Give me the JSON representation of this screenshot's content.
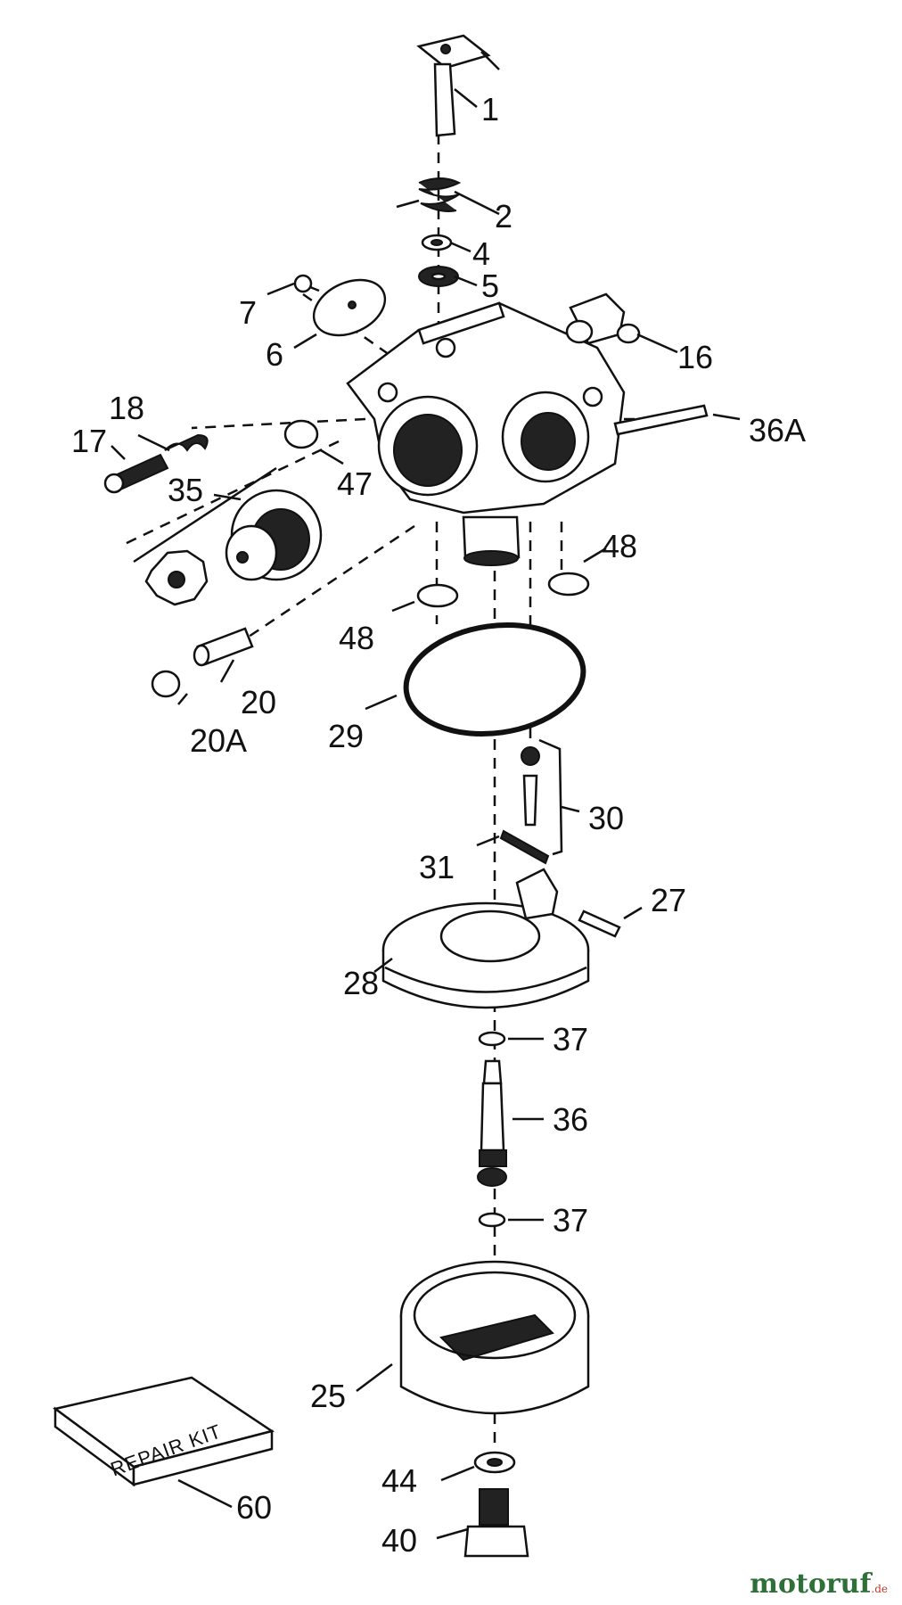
{
  "labels": {
    "p1": "1",
    "p2": "2",
    "p4": "4",
    "p5": "5",
    "p6": "6",
    "p7": "7",
    "p16": "16",
    "p17": "17",
    "p18": "18",
    "p20": "20",
    "p20a": "20A",
    "p25": "25",
    "p27": "27",
    "p28": "28",
    "p29": "29",
    "p30": "30",
    "p31": "31",
    "p35": "35",
    "p36": "36",
    "p36a": "36A",
    "p37a": "37",
    "p37b": "37",
    "p40": "40",
    "p44": "44",
    "p47": "47",
    "p48a": "48",
    "p48b": "48",
    "p60": "60"
  },
  "kit_text": "REPAIR KIT",
  "watermark": {
    "main": "motoruf",
    "tld": ".de"
  }
}
